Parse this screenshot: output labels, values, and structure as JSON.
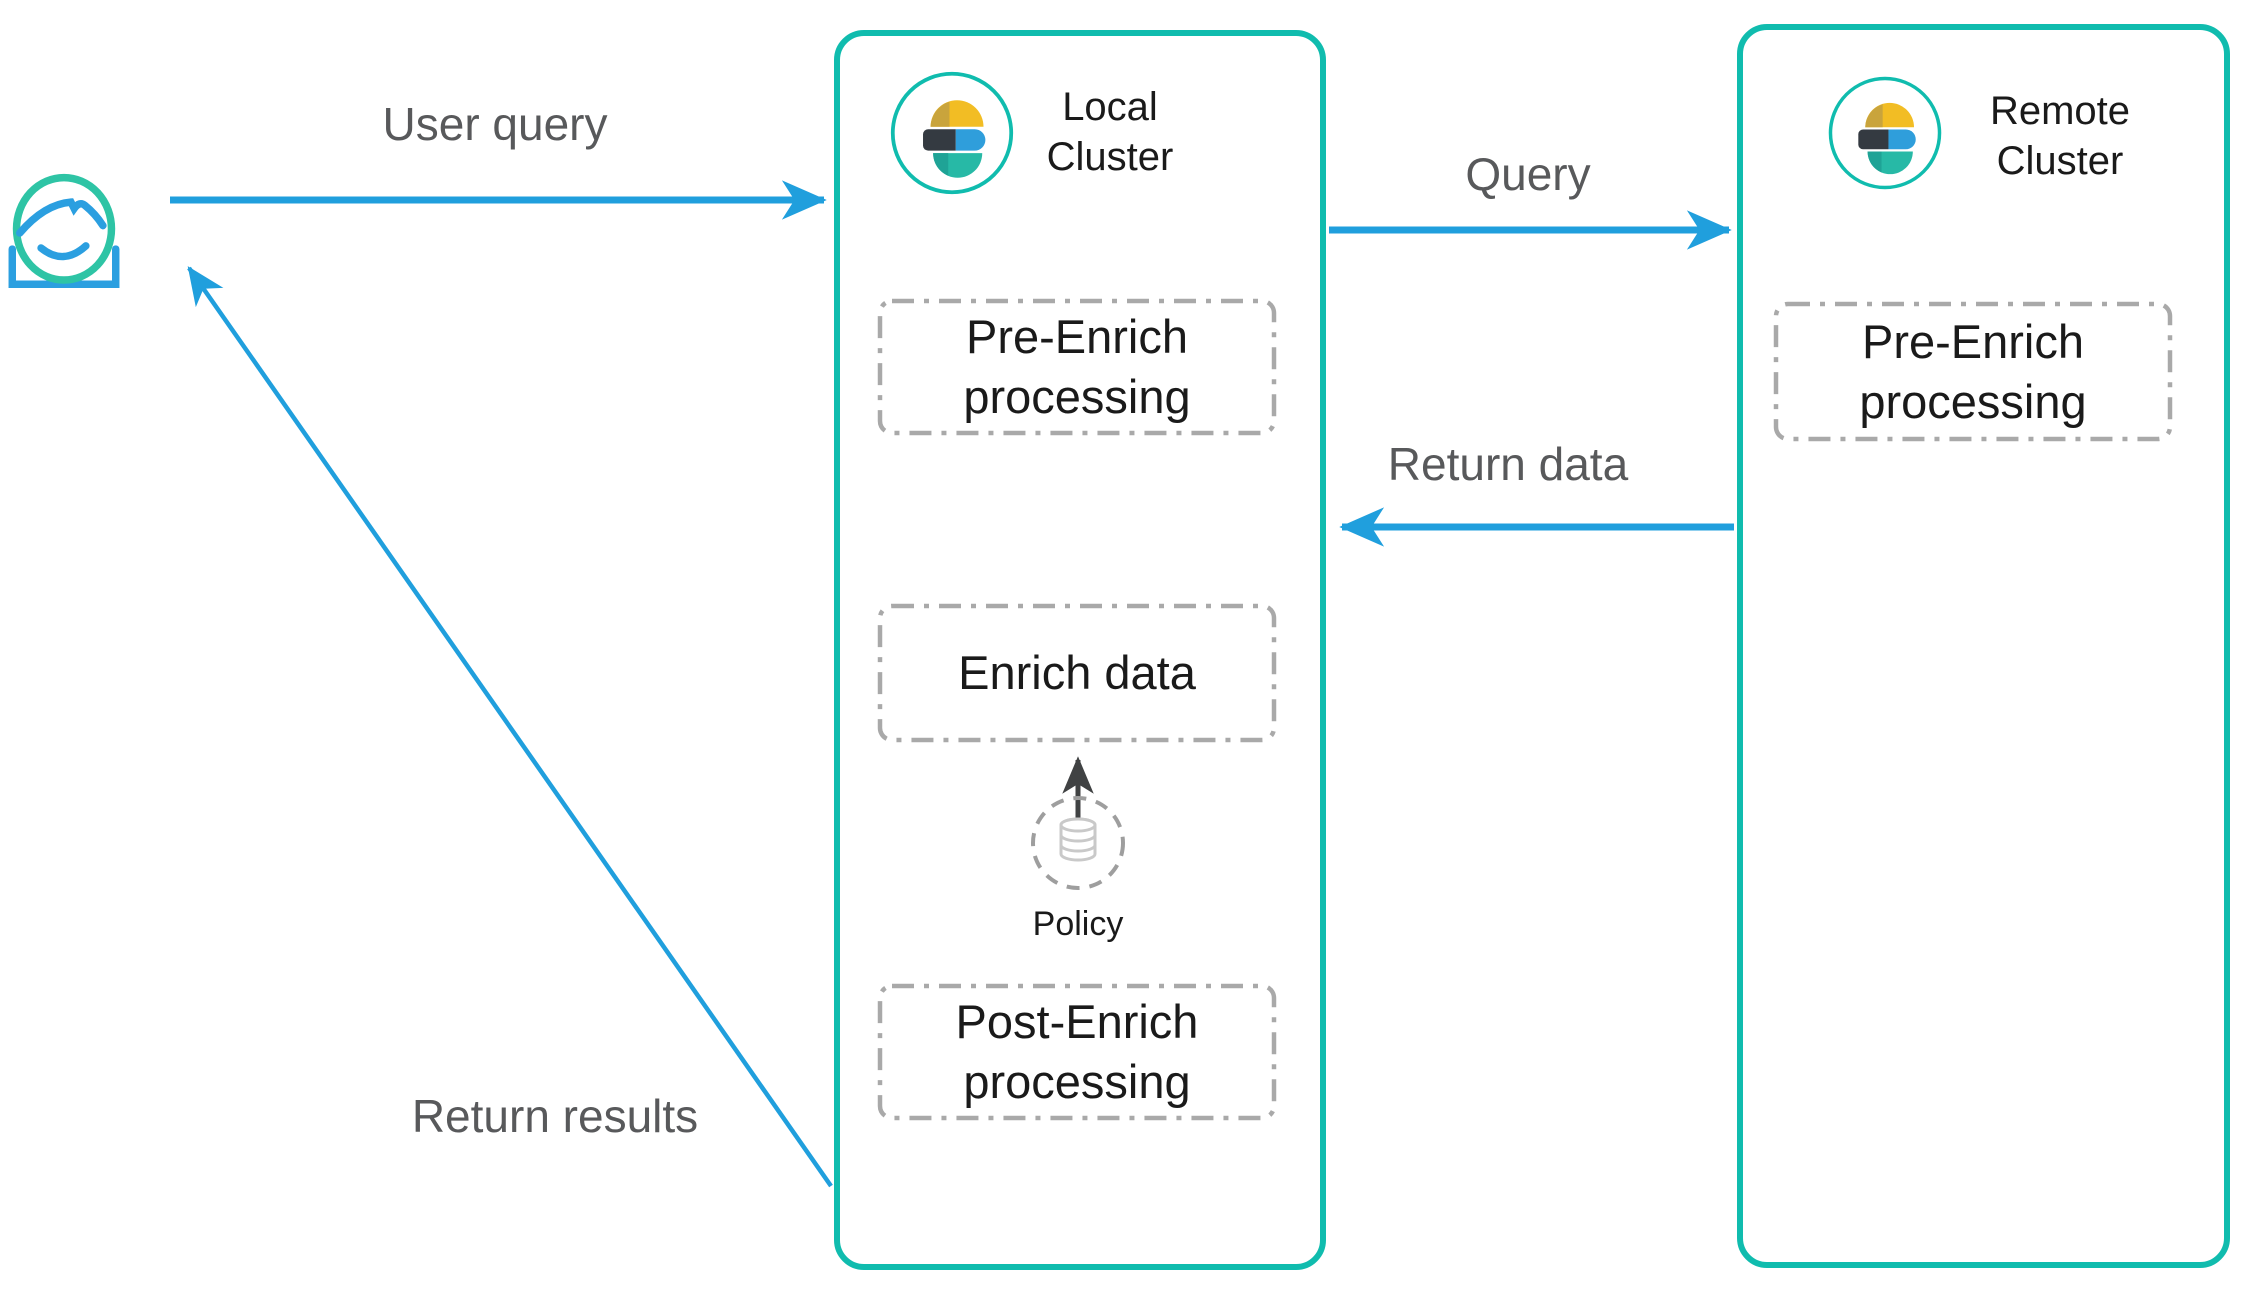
{
  "colors": {
    "cluster_border": "#10bcae",
    "arrow_blue": "#209fdd",
    "label_gray": "#58595b",
    "step_border_gray": "#a9a9a9",
    "text_black": "#1a1a1a",
    "policy_arrow_dark": "#404243",
    "person_teal": "#2ec4a5",
    "person_blue": "#2b9fe0",
    "logo_yellow": "#f2bd24",
    "logo_dark": "#343a41",
    "logo_blue": "#2f9edb",
    "logo_teal": "#27b9a6"
  },
  "user": {
    "icon": "person-icon"
  },
  "arrows": {
    "user_query": {
      "label": "User query",
      "direction": "user-to-local"
    },
    "query": {
      "label": "Query",
      "direction": "local-to-remote"
    },
    "return_data": {
      "label": "Return data",
      "direction": "remote-to-local"
    },
    "return_results": {
      "label": "Return results",
      "direction": "local-to-user"
    },
    "policy_to_enrich": {
      "label": "",
      "direction": "policy-to-enrich"
    }
  },
  "local_cluster": {
    "title": "Local\nCluster",
    "logo": "elastic-logo",
    "steps": {
      "pre_enrich": "Pre-Enrich\nprocessing",
      "enrich": "Enrich data",
      "post_enrich": "Post-Enrich\nprocessing"
    },
    "policy": {
      "label": "Policy",
      "icon": "database-icon"
    }
  },
  "remote_cluster": {
    "title": "Remote\nCluster",
    "logo": "elastic-logo",
    "steps": {
      "pre_enrich": "Pre-Enrich\nprocessing"
    }
  }
}
